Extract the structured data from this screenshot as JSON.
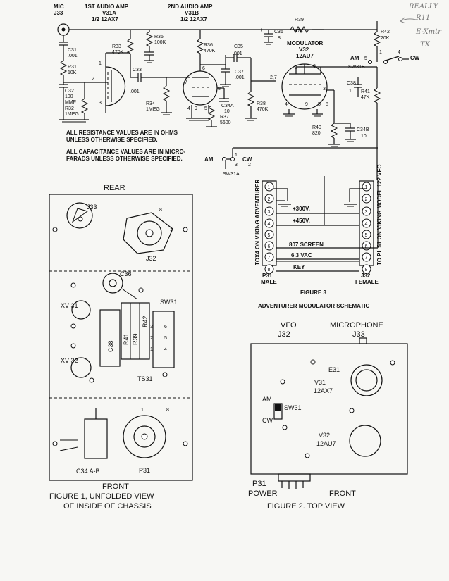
{
  "schematic": {
    "mic_label": "MIC",
    "j33": "J33",
    "stage1_title": "1ST AUDIO AMP",
    "v31a": "V31A",
    "v31a_type": "1/2 12AX7",
    "stage2_title": "2ND AUDIO AMP",
    "v31b": "V31B",
    "v31b_type": "1/2 12AX7",
    "modulator_title": "MODULATOR",
    "v32": "V32",
    "v32_type": "12AU7",
    "c31": "C31",
    "c31_val": ".001",
    "r31": "R31",
    "r31_val": "10K",
    "c32": "C32",
    "c32_val": "100",
    "c32_unit": "MMF",
    "r32": "R32",
    "r32_val": "1MEG",
    "r33": "R33",
    "r33_val": "470K",
    "r35": "R35",
    "r35_val": "100K",
    "c33": "C33",
    "c33_val": ".001",
    "r34": "R34",
    "r34_val": "1MEG",
    "r36": "R36",
    "r36_val": "470K",
    "c35": "C35",
    "c35_val": ".001",
    "c37": "C37",
    "c37_val": ".001",
    "c34a": "C34A",
    "c34a_val": "10",
    "r37": "R37",
    "r37_val": "5600",
    "r38": "R38",
    "r38_val": "470K",
    "c36": "C36",
    "c36_val": "8",
    "r39": "R39",
    "r39_val": "47K",
    "r42": "R42",
    "r42_val": "20K",
    "r41": "R41",
    "r41_val": "47K",
    "c38": "C38",
    "c38_val": "1",
    "r40": "R40",
    "r40_val": "820",
    "c34b": "C34B",
    "c34b_val": "10",
    "sw31b": "SW31B",
    "sw31a": "SW31A",
    "am": "AM",
    "cw": "CW",
    "note_resist_1": "ALL RESISTANCE VALUES ARE IN OHMS",
    "note_resist_2": "UNLESS OTHERWISE SPECIFIED.",
    "note_cap_1": "ALL CAPACITANCE VALUES ARE IN MICRO-",
    "note_cap_2": "FARADS UNLESS OTHERWISE SPECIFIED.",
    "pins": {
      "p1": "1",
      "p2": "2",
      "p3": "3",
      "p4": "4",
      "p5": "5",
      "p6": "6",
      "p7": "7",
      "p8": "8",
      "p9": "9",
      "p27": "2,7"
    }
  },
  "handwritten": {
    "line1": "REALLY",
    "line2": "R11",
    "line3": "E-Xmtr",
    "line4": "TX"
  },
  "figure3": {
    "left_block_side": "TOX4 ON VIKING ADVENTURER",
    "right_block_side": "TO PL 51 ON VIKING MODEL 122 VFO",
    "p31": "P31",
    "p31_sex": "MALE",
    "j32": "J32",
    "j32_sex": "FEMALE",
    "caption": "FIGURE 3",
    "title": "ADVENTURER MODULATOR SCHEMATIC",
    "wires": {
      "w300": "+300V.",
      "w450": "+450V.",
      "screen": "807 SCREEN",
      "vac": "6.3 VAC",
      "key": "KEY"
    },
    "terminals": [
      "1",
      "2",
      "3",
      "4",
      "5",
      "6",
      "7",
      "8"
    ]
  },
  "figure1": {
    "rear": "REAR",
    "front": "FRONT",
    "j33": "J33",
    "j32": "J32",
    "c36": "C36",
    "xv31": "XV 31",
    "xv32": "XV 32",
    "c38": "C38",
    "r41": "R41",
    "r39": "R39",
    "r42": "R42",
    "sw31": "SW31",
    "ts31": "TS31",
    "c34ab": "C34 A-B",
    "p31": "P31",
    "sw_terms_right": [
      "6",
      "5",
      "4"
    ],
    "sw_terms_left": [
      "3",
      "2",
      "1"
    ],
    "socket_pin_1": "1",
    "socket_pin_8": "8",
    "caption_1": "FIGURE 1, UNFOLDED VIEW",
    "caption_2": "OF INSIDE OF CHASSIS"
  },
  "figure2": {
    "vfo": "VFO",
    "j32": "J32",
    "microphone": "MICROPHONE",
    "j33": "J33",
    "e31": "E31",
    "v31": "V31",
    "v31_type": "12AX7",
    "v32": "V32",
    "v32_type": "12AU7",
    "am": "AM",
    "cw": "CW",
    "sw31": "SW31",
    "p31": "P31",
    "power": "POWER",
    "front": "FRONT",
    "caption": "FIGURE 2. TOP VIEW"
  }
}
